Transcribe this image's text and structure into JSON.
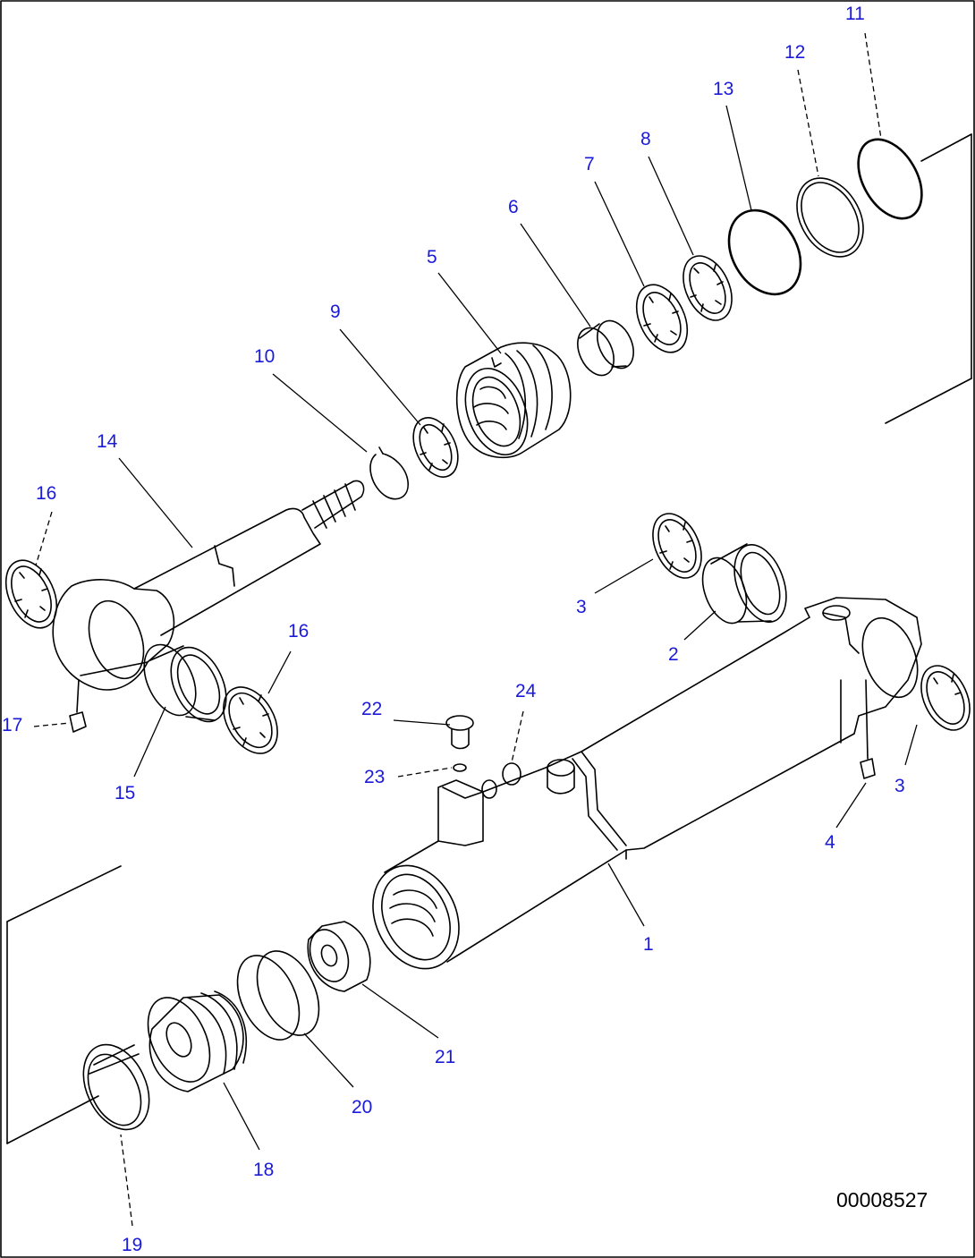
{
  "drawing_number": "00008527",
  "callouts": [
    {
      "label": "1"
    },
    {
      "label": "2"
    },
    {
      "label": "3"
    },
    {
      "label": "3"
    },
    {
      "label": "4"
    },
    {
      "label": "5"
    },
    {
      "label": "6"
    },
    {
      "label": "7"
    },
    {
      "label": "8"
    },
    {
      "label": "9"
    },
    {
      "label": "10"
    },
    {
      "label": "11"
    },
    {
      "label": "12"
    },
    {
      "label": "13"
    },
    {
      "label": "14"
    },
    {
      "label": "15"
    },
    {
      "label": "16"
    },
    {
      "label": "16"
    },
    {
      "label": "17"
    },
    {
      "label": "18"
    },
    {
      "label": "19"
    },
    {
      "label": "20"
    },
    {
      "label": "21"
    },
    {
      "label": "22"
    },
    {
      "label": "23"
    },
    {
      "label": "24"
    }
  ],
  "colors": {
    "callout": "#1a1ad9",
    "line": "#000000",
    "background": "#ffffff"
  }
}
